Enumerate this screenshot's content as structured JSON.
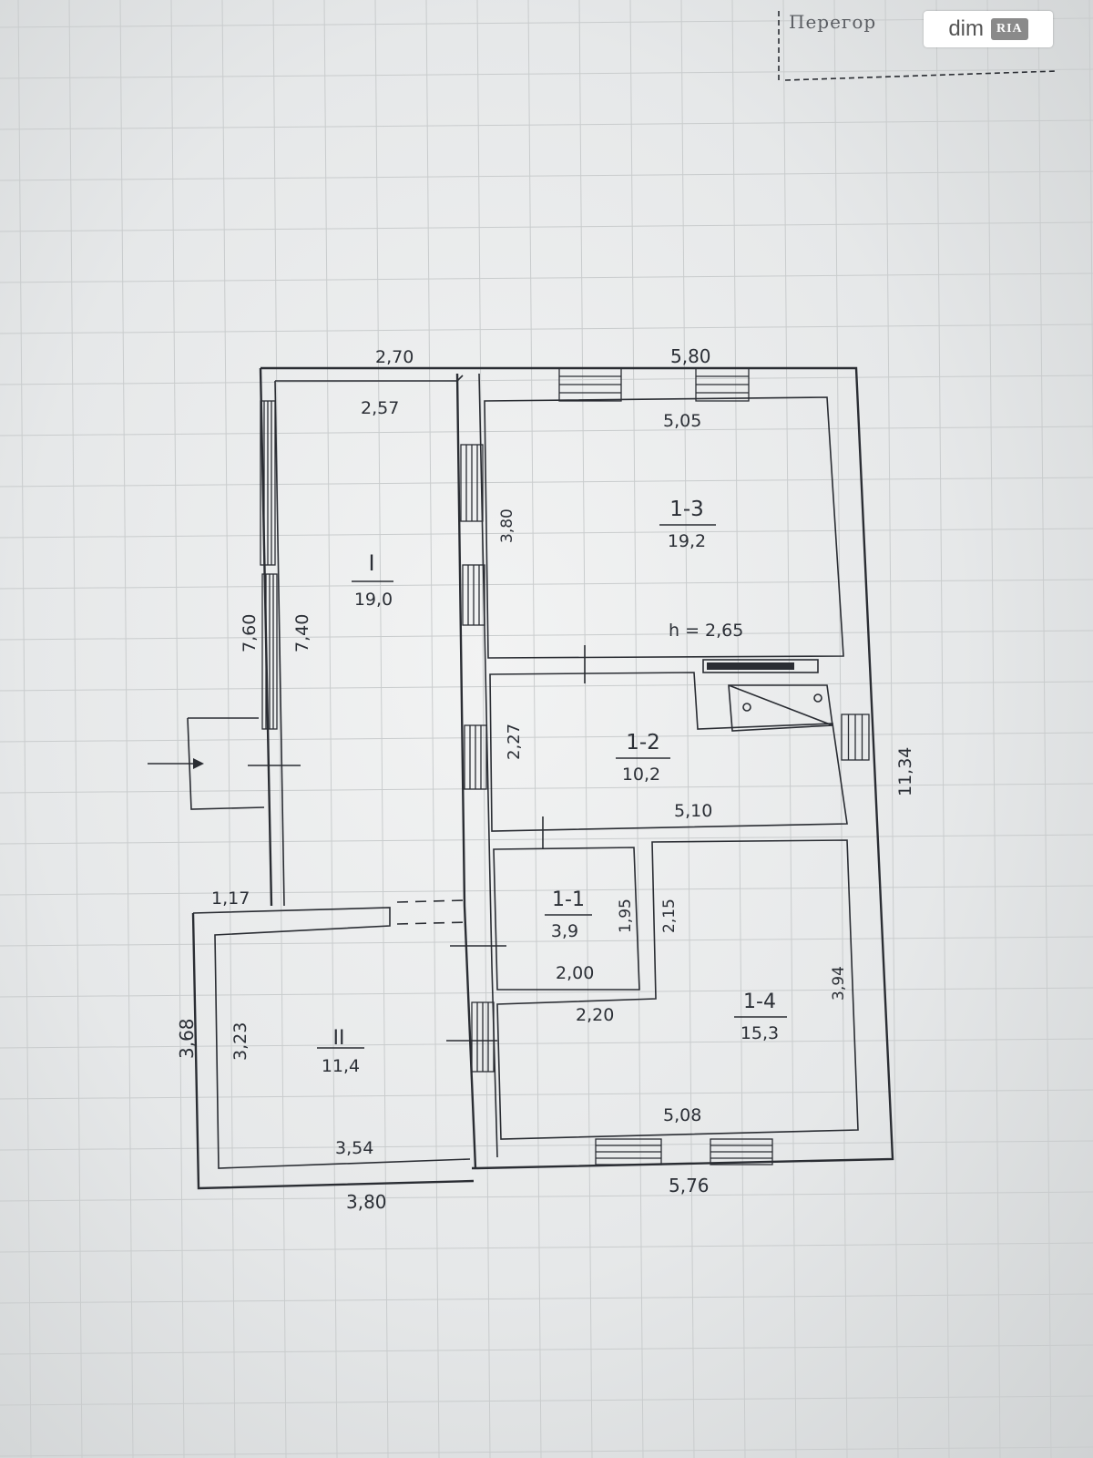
{
  "watermark": {
    "text": "dim",
    "logo": "RIA"
  },
  "stamp": {
    "text": "Перегор"
  },
  "dimensions": {
    "top_left": "2,70",
    "top_right": "5,80",
    "left_outer": "7,60",
    "right_outer": "11,34",
    "bottom_left": "3,80",
    "bottom_right": "5,76",
    "left_ext": "1,17",
    "annex_outer": "3,68"
  },
  "rooms": [
    {
      "id": "I",
      "number": "I",
      "area": "19,0",
      "width": "2,57",
      "length": "7,40"
    },
    {
      "id": "1-3",
      "number": "1-3",
      "area": "19,2",
      "width": "5,05",
      "length": "3,80",
      "height": "h = 2,65"
    },
    {
      "id": "1-2",
      "number": "1-2",
      "area": "10,2",
      "width": "5,10",
      "length": "2,27"
    },
    {
      "id": "1-1",
      "number": "1-1",
      "area": "3,9",
      "width": "2,00",
      "length": "1,95"
    },
    {
      "id": "1-4",
      "number": "1-4",
      "area": "15,3",
      "width": "5,08",
      "length": "3,94",
      "width2": "2,20",
      "length2": "2,15"
    },
    {
      "id": "II",
      "number": "II",
      "area": "11,4",
      "width": "3,54",
      "length": "3,23"
    }
  ]
}
